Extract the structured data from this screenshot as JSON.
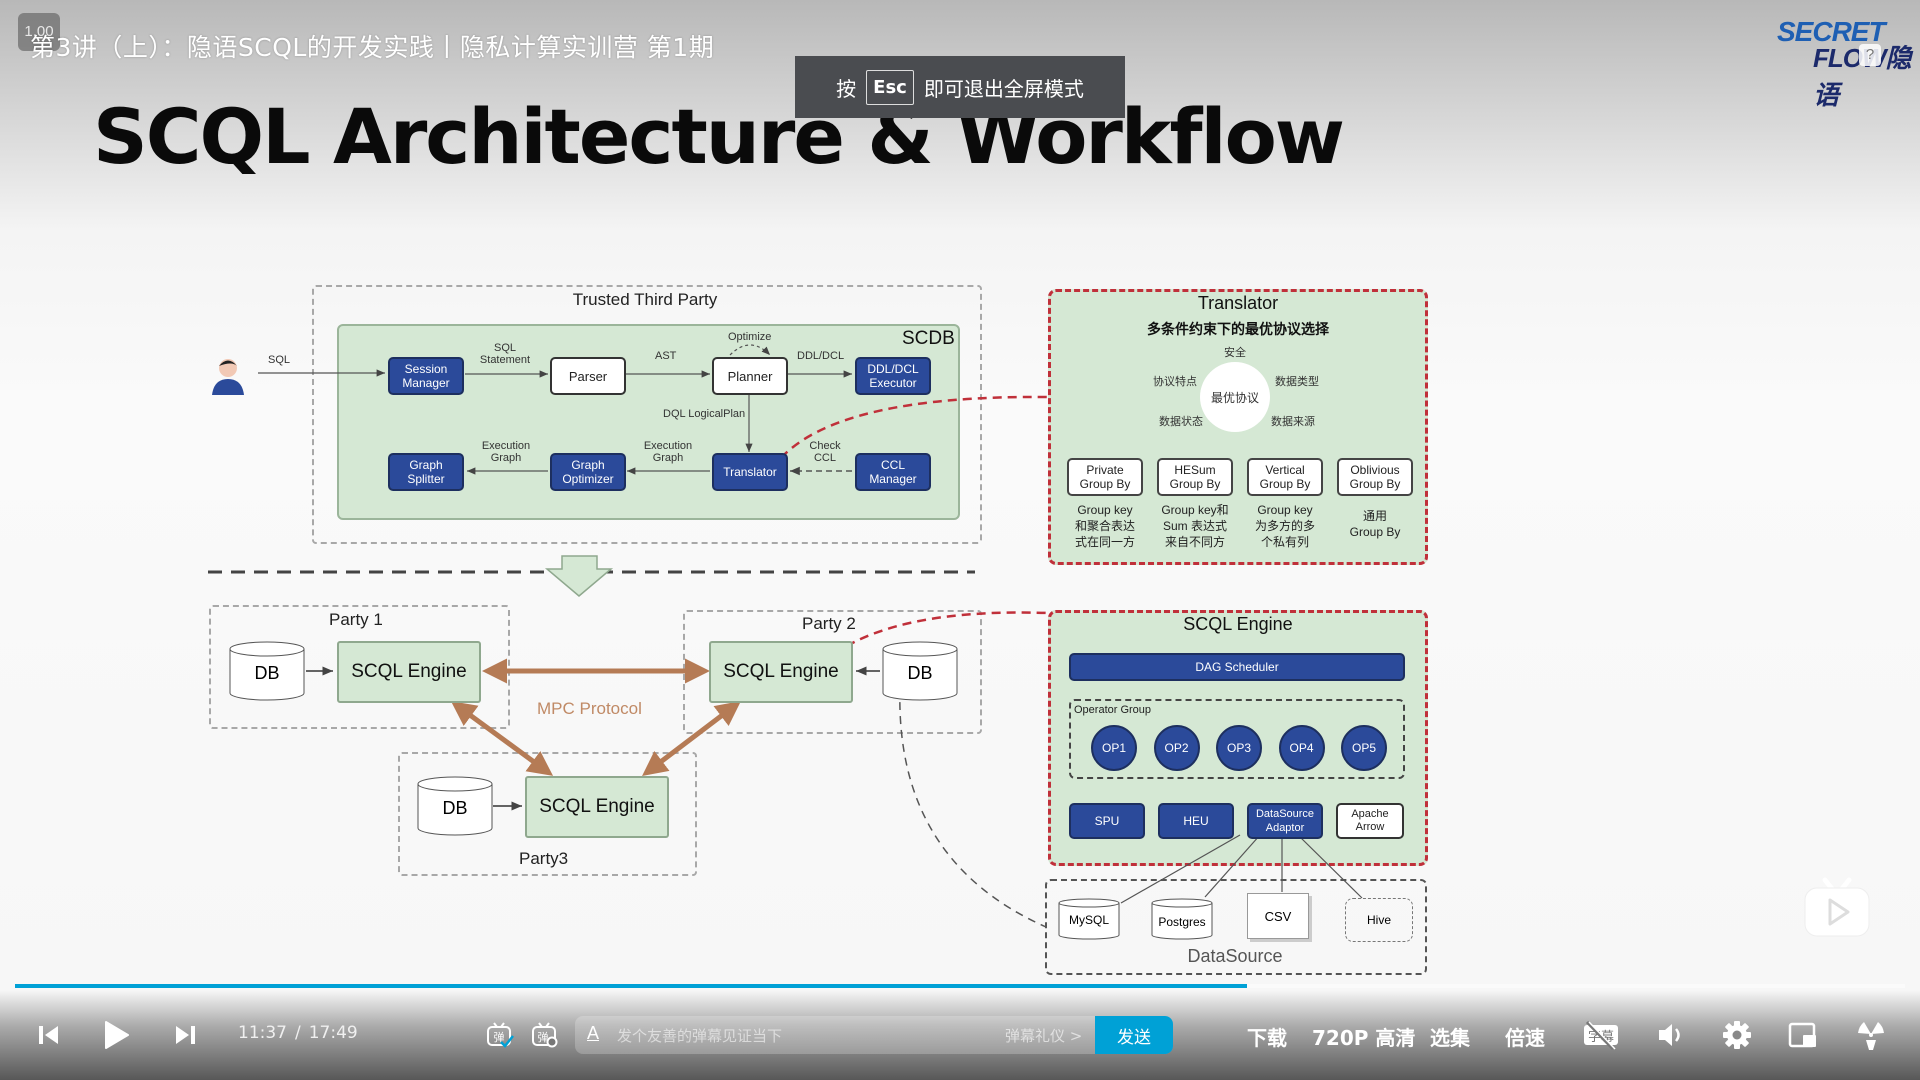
{
  "player": {
    "video_title": "第3讲（上）：隐语SCQL的开发实践丨隐私计算实训营 第1期",
    "speed_badge": "1.00",
    "logo": {
      "line1": "SECRET",
      "line2": "FLOW隐语",
      "help": "?"
    },
    "esc_toast": {
      "prefix": "按",
      "key": "Esc",
      "suffix": "即可退出全屏模式"
    },
    "progress_fraction": 0.652,
    "time_current": "11:37",
    "time_separator": "/",
    "time_total": "17:49",
    "danmaku_placeholder": "发个友善的弹幕见证当下",
    "danmaku_etiquette": "弹幕礼仪 >",
    "send_label": "发送",
    "right_controls": {
      "download": "下载",
      "quality": "720P 高清",
      "episodes": "选集",
      "speed": "倍速"
    },
    "icons": [
      "prev-icon",
      "play-icon",
      "next-icon",
      "danmaku-toggle-icon",
      "danmaku-settings-icon",
      "text-style-icon",
      "subtitle-off-icon",
      "volume-icon",
      "settings-icon",
      "pip-icon",
      "fullscreen-icon",
      "tv-float-icon"
    ],
    "accent_color": "#00a1d6"
  },
  "slide": {
    "title": "SCQL Architecture & Workflow",
    "ttp": {
      "label": "Trusted Third Party",
      "scdb_label": "SCDB",
      "user_edge": "SQL",
      "nodes": {
        "session": "Session\nManager",
        "parser": "Parser",
        "planner": "Planner",
        "ddl": "DDL/DCL\nExecutor",
        "splitter": "Graph\nSplitter",
        "optimizer": "Graph\nOptimizer",
        "translator": "Translator",
        "ccl": "CCL\nManager"
      },
      "edges": {
        "sql_statement": "SQL\nStatement",
        "ast": "AST",
        "optimize": "Optimize",
        "ddl_dcl": "DDL/DCL",
        "dql": "DQL LogicalPlan",
        "exec_graph_1": "Execution\nGraph",
        "exec_graph_2": "Execution\nGraph",
        "check_ccl": "Check\nCCL"
      }
    },
    "translator_panel": {
      "title": "Translator",
      "subtitle": "多条件约束下的最优协议选择",
      "center": "最优协议",
      "factors": {
        "top": "安全",
        "left_top": "协议特点",
        "right_top": "数据类型",
        "left_bottom": "数据状态",
        "right_bottom": "数据来源"
      },
      "group_by": [
        {
          "name": "Private\nGroup By",
          "desc": "Group key\n和聚合表达\n式在同一方"
        },
        {
          "name": "HESum\nGroup By",
          "desc": "Group key和\nSum 表达式\n来自不同方"
        },
        {
          "name": "Vertical\nGroup By",
          "desc": "Group key\n为多方的多\n个私有列"
        },
        {
          "name": "Oblivious\nGroup By",
          "desc": "通用\nGroup By"
        }
      ]
    },
    "parties": {
      "party1": "Party 1",
      "party2": "Party 2",
      "party3": "Party3",
      "engine": "SCQL Engine",
      "db": "DB",
      "protocol": "MPC Protocol"
    },
    "engine_panel": {
      "title": "SCQL Engine",
      "scheduler": "DAG Scheduler",
      "operator_group": "Operator Group",
      "ops": [
        "OP1",
        "OP2",
        "OP3",
        "OP4",
        "OP5"
      ],
      "modules": [
        "SPU",
        "HEU",
        "DataSource\nAdaptor",
        "Apache\nArrow"
      ]
    },
    "datasource": {
      "label": "DataSource",
      "items": [
        "MySQL",
        "Postgres",
        "CSV",
        "Hive"
      ]
    }
  }
}
